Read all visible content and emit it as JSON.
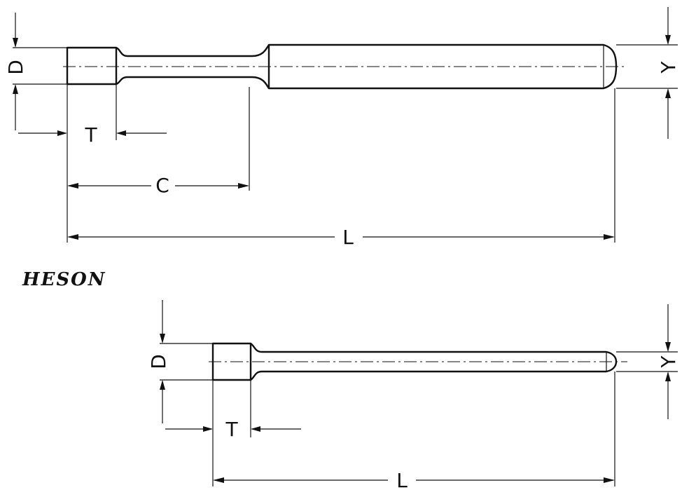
{
  "labels": {
    "top": {
      "d": "D",
      "t": "T",
      "c": "C",
      "l": "L",
      "y": "Y"
    },
    "brand": "HESON",
    "bottom": {
      "d": "D",
      "t": "T",
      "l": "L",
      "y": "Y"
    }
  }
}
